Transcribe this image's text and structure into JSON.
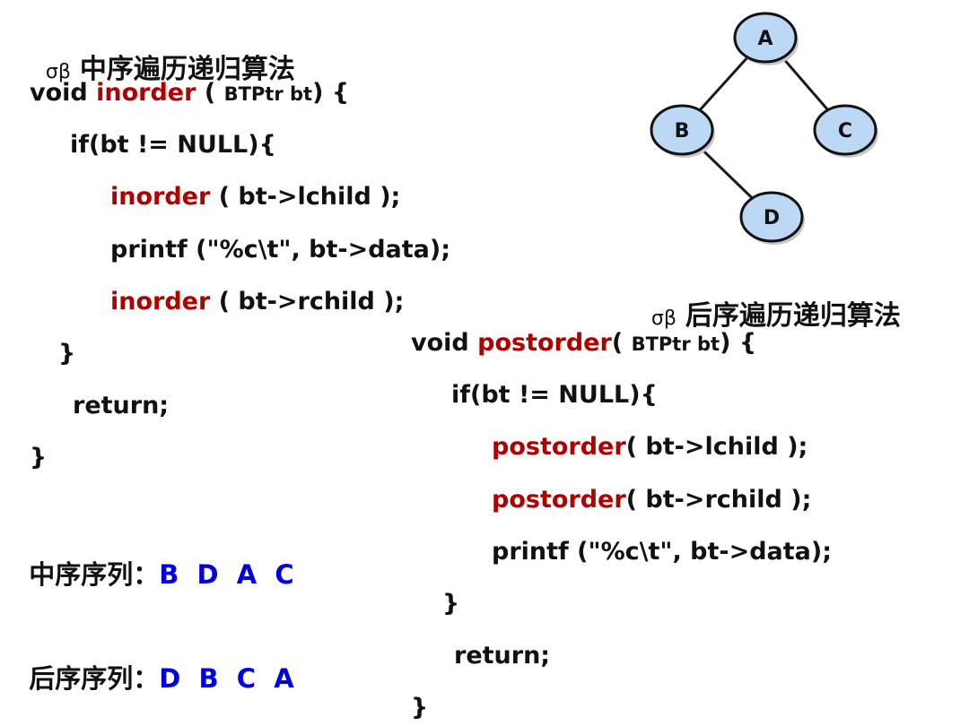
{
  "bullet": "σβ",
  "inorder_section": {
    "heading": "中序遍历递归算法",
    "lines": [
      {
        "indent": 0,
        "parts": [
          {
            "t": "void ",
            "c": "k"
          },
          {
            "t": "inorder",
            "c": "fn"
          },
          {
            "t": " ( ",
            "c": "k"
          },
          {
            "t": "BTPtr bt",
            "c": "small"
          },
          {
            "t": ") {",
            "c": "k"
          }
        ]
      },
      {
        "indent": 1,
        "parts": [
          {
            "t": "if(bt != NULL){",
            "c": "k"
          }
        ]
      },
      {
        "indent": 2,
        "parts": [
          {
            "t": "inorder",
            "c": "fn"
          },
          {
            "t": " ( bt->lchild );",
            "c": "k"
          }
        ]
      },
      {
        "indent": 2,
        "parts": [
          {
            "t": "printf (\"%c\\t\", bt->data);",
            "c": "k"
          }
        ]
      },
      {
        "indent": 2,
        "parts": [
          {
            "t": "inorder",
            "c": "fn"
          },
          {
            "t": " ( bt->rchild );",
            "c": "k"
          }
        ]
      },
      {
        "indent": 1,
        "parts": [
          {
            "t": "}",
            "c": "k"
          }
        ]
      },
      {
        "indent": 1,
        "parts": [
          {
            "t": "return;",
            "c": "k"
          }
        ]
      },
      {
        "indent": 0,
        "parts": [
          {
            "t": "}",
            "c": "k"
          }
        ]
      }
    ]
  },
  "postorder_section": {
    "heading": "后序遍历递归算法",
    "lines": [
      {
        "indent": 0,
        "parts": [
          {
            "t": "void ",
            "c": "k"
          },
          {
            "t": "postorder",
            "c": "fn"
          },
          {
            "t": "( ",
            "c": "k"
          },
          {
            "t": "BTPtr bt",
            "c": "small"
          },
          {
            "t": ") {",
            "c": "k"
          }
        ]
      },
      {
        "indent": 1,
        "parts": [
          {
            "t": "if(bt != NULL){",
            "c": "k"
          }
        ]
      },
      {
        "indent": 2,
        "parts": [
          {
            "t": "postorder",
            "c": "fn"
          },
          {
            "t": "( bt->lchild );",
            "c": "k"
          }
        ]
      },
      {
        "indent": 2,
        "parts": [
          {
            "t": "postorder",
            "c": "fn"
          },
          {
            "t": "( bt->rchild );",
            "c": "k"
          }
        ]
      },
      {
        "indent": 2,
        "parts": [
          {
            "t": "printf (\"%c\\t\", bt->data);",
            "c": "k"
          }
        ]
      },
      {
        "indent": 1,
        "parts": [
          {
            "t": "}",
            "c": "k"
          }
        ]
      },
      {
        "indent": 1,
        "parts": [
          {
            "t": "return;",
            "c": "k"
          }
        ]
      },
      {
        "indent": 0,
        "parts": [
          {
            "t": "}",
            "c": "k"
          }
        ]
      }
    ]
  },
  "sequences": {
    "inorder": {
      "label": "中序序列：",
      "values": "B  D  A  C"
    },
    "postorder": {
      "label": "后序序列：",
      "values": "D  B  C  A"
    }
  },
  "tree": {
    "nodes": [
      "A",
      "B",
      "C",
      "D"
    ],
    "edges": [
      [
        "A",
        "B"
      ],
      [
        "A",
        "C"
      ],
      [
        "B",
        "D"
      ]
    ],
    "node_fill": "#bcd8f5",
    "node_stroke": "#111111"
  },
  "colors": {
    "function": "#b00000",
    "sequence_value": "#0000e0"
  }
}
